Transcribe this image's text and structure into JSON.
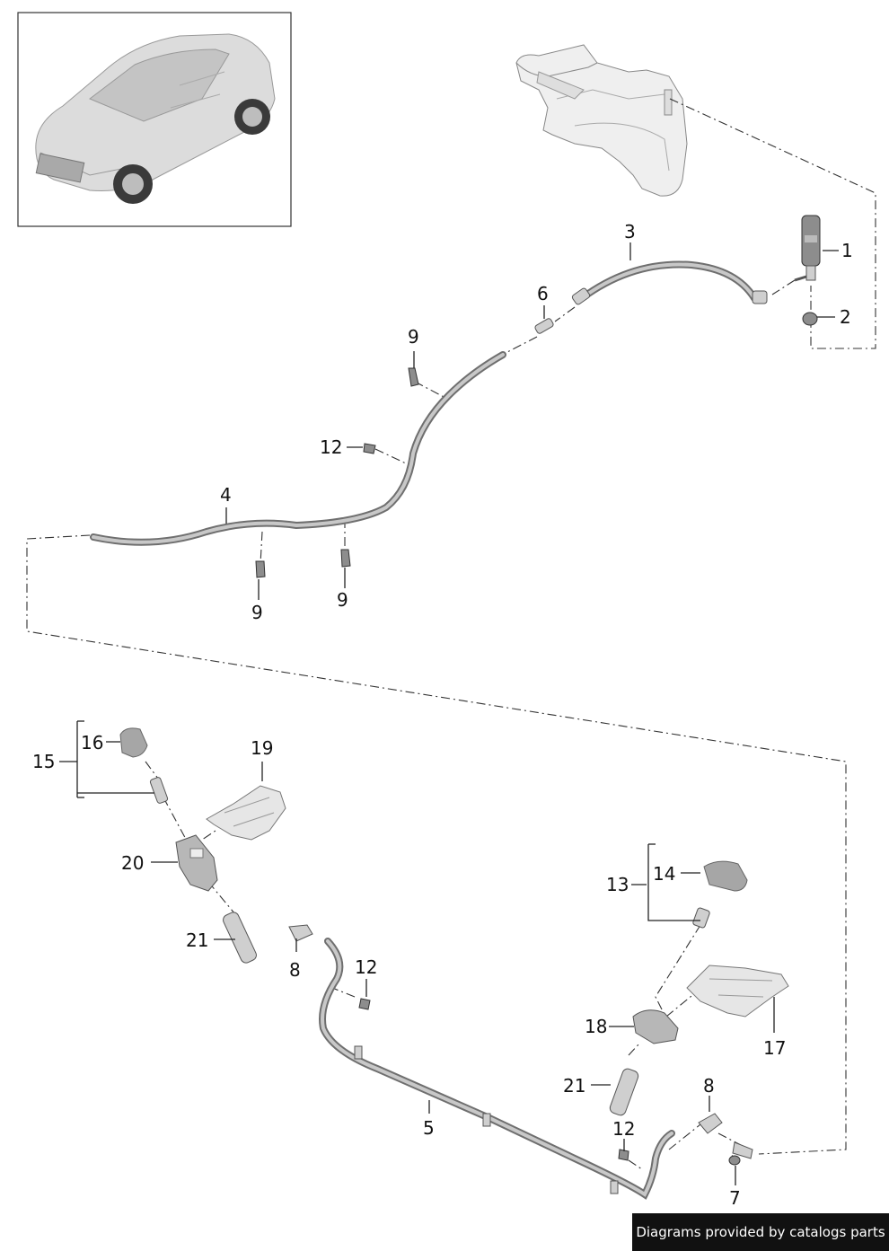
{
  "credit": "Diagrams provided by catalogs parts",
  "callouts": {
    "c1": "1",
    "c2": "2",
    "c3": "3",
    "c4": "4",
    "c5": "5",
    "c6": "6",
    "c7": "7",
    "c8a": "8",
    "c8b": "8",
    "c9a": "9",
    "c9b": "9",
    "c9c": "9",
    "c12a": "12",
    "c12b": "12",
    "c12c": "12",
    "c13": "13",
    "c14": "14",
    "c15": "15",
    "c16": "16",
    "c17": "17",
    "c18": "18",
    "c19": "19",
    "c20": "20",
    "c21a": "21",
    "c21b": "21"
  },
  "icons": {
    "vehicle": "vehicle-overview-icon",
    "reservoir": "washer-reservoir-icon",
    "pump": "washer-pump-icon"
  }
}
